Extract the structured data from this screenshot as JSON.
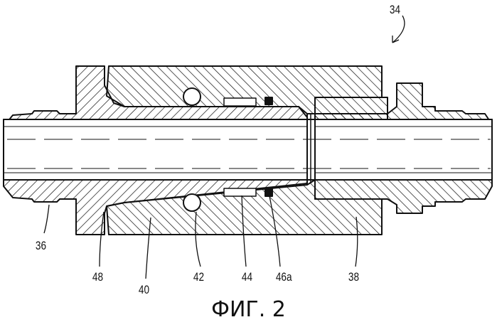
{
  "figure": {
    "title": "ФИГ. 2",
    "assembly_ref": "34",
    "labels": {
      "fitting_left": "36",
      "seal_48": "48",
      "nut": "40",
      "ball": "42",
      "sleeve": "44",
      "seal_46a": "46a",
      "body_right": "38"
    }
  }
}
